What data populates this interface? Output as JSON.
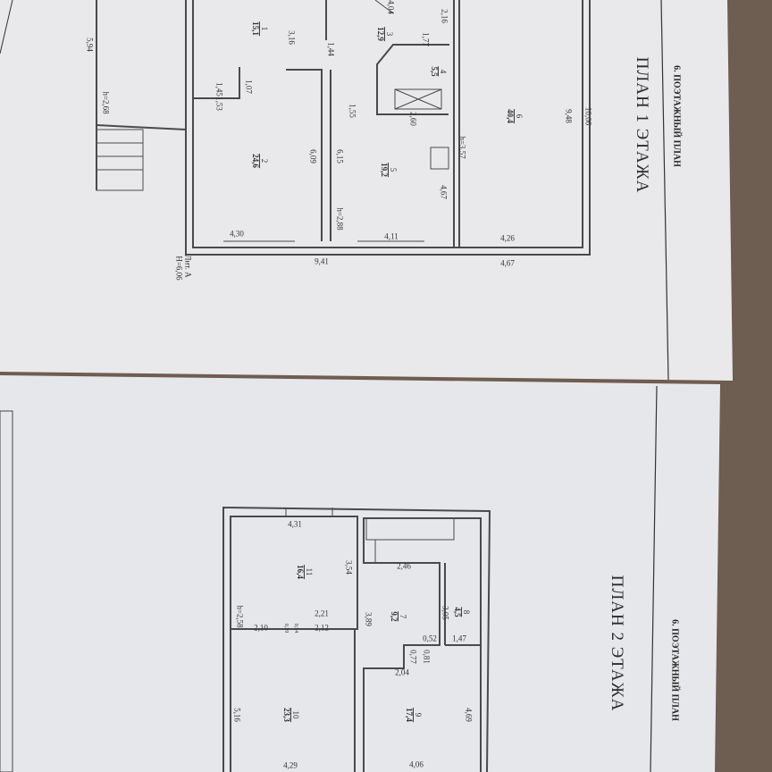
{
  "colors": {
    "background": "#6e5d51",
    "paper": "#ebebed",
    "lines": "#4a4a4a"
  },
  "plan1": {
    "section_header": "6. ПОЭТАЖНЫЙ ПЛАН",
    "title": "ПЛАН 1 ЭТАЖА",
    "rooms": [
      {
        "num": "1",
        "area": "15,1"
      },
      {
        "num": "2",
        "area": "24,6"
      },
      {
        "num": "3",
        "area": "12,9"
      },
      {
        "num": "4",
        "area": "5,5"
      },
      {
        "num": "5",
        "area": "19,2"
      },
      {
        "num": "6",
        "area": "40,4"
      }
    ],
    "dims": [
      "4,04",
      "2,16",
      "3,16",
      "1,77",
      "1,44",
      "5,94",
      "1,45",
      "1,07",
      "1,53",
      "h=2,68",
      "1,55",
      "2,60",
      "9,48",
      "10,06",
      "6,09",
      "6,15",
      "h=3,57",
      "4,67",
      "h=2,88",
      "4,30",
      "4,11",
      "4,26",
      "9,41",
      "4,67"
    ],
    "lit": "Лит. А",
    "height": "H=6,06"
  },
  "plan2": {
    "section_header": "6. ПОЭТАЖНЫЙ ПЛАН",
    "title": "ПЛАН 2 ЭТАЖА",
    "rooms": [
      {
        "num": "7",
        "area": "9,2"
      },
      {
        "num": "8",
        "area": "4,5"
      },
      {
        "num": "9",
        "area": "17,4"
      },
      {
        "num": "10",
        "area": "23,3"
      },
      {
        "num": "11",
        "area": "16,4"
      }
    ],
    "dims": [
      "4,31",
      "3,54",
      "2,46",
      "3,05",
      "3,89",
      "2,21",
      "h=2,58",
      "2,10",
      "0,39",
      "0,54",
      "2,12",
      "0,52",
      "1,47",
      "0,77",
      "0,81",
      "2,04",
      "5,16",
      "4,69",
      "4,29",
      "4,06"
    ]
  }
}
